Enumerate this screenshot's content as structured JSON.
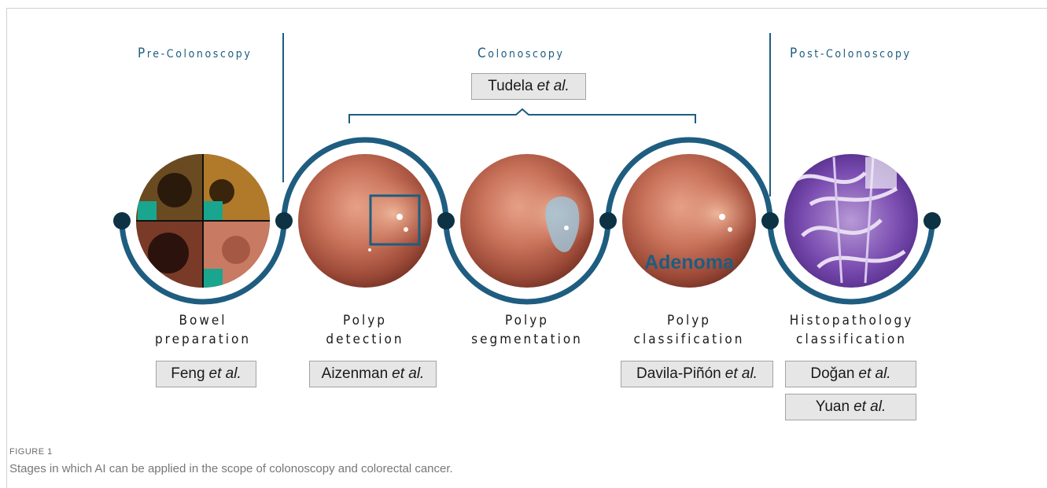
{
  "phases": {
    "pre": "Pre-Colonoscopy",
    "colonoscopy": "Colonoscopy",
    "post": "Post-Colonoscopy"
  },
  "stages": {
    "bowel": "Bowel\npreparation",
    "detection": "Polyp\ndetection",
    "segmentation": "Polyp\nsegmentation",
    "classification": "Polyp\nclassification",
    "histopathology": "Histopathology\nclassification"
  },
  "refs": {
    "tudela": {
      "author": "Tudela",
      "etal": "et al."
    },
    "feng": {
      "author": "Feng",
      "etal": "et al."
    },
    "aizenman": {
      "author": "Aizenman",
      "etal": "et al."
    },
    "davila": {
      "author": "Davila-Piñón",
      "etal": "et al."
    },
    "dogan": {
      "author": "Doğan",
      "etal": "et al."
    },
    "yuan": {
      "author": "Yuan",
      "etal": "et al."
    }
  },
  "image_labels": {
    "adenoma": "Adenoma"
  },
  "caption": {
    "label": "FIGURE 1",
    "text": "Stages in which AI can be applied in the scope of colonoscopy and colorectal cancer."
  },
  "colors": {
    "accent": "#1e5d80",
    "dark_node": "#0d3243",
    "ref_box": "#e6e6e6"
  }
}
